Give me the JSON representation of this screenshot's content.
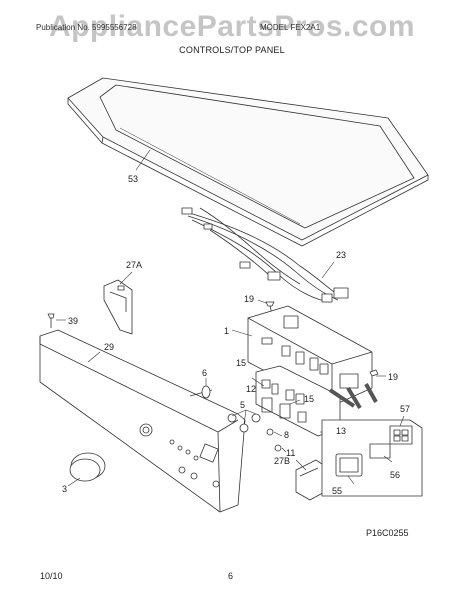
{
  "watermark": "AppliancePartsPros.com",
  "header": {
    "publication_left": "Publication No. 5995556728",
    "model_right": "MODEL FEX2A1"
  },
  "title": "CONTROLS/TOP PANEL",
  "diagram_code": "P16C0255",
  "footer": {
    "date": "10/10",
    "page": "6"
  },
  "callouts": {
    "c53": "53",
    "c23": "23",
    "c27a": "27A",
    "c19a": "19",
    "c39": "39",
    "c29": "29",
    "c1": "1",
    "c6": "6",
    "c15a": "15",
    "c12": "12",
    "c5": "5",
    "c15b": "15",
    "c19b": "19",
    "c57": "57",
    "c13": "13",
    "c8": "8",
    "c11": "11",
    "c27b": "27B",
    "c56": "56",
    "c55": "55",
    "c3": "3"
  }
}
